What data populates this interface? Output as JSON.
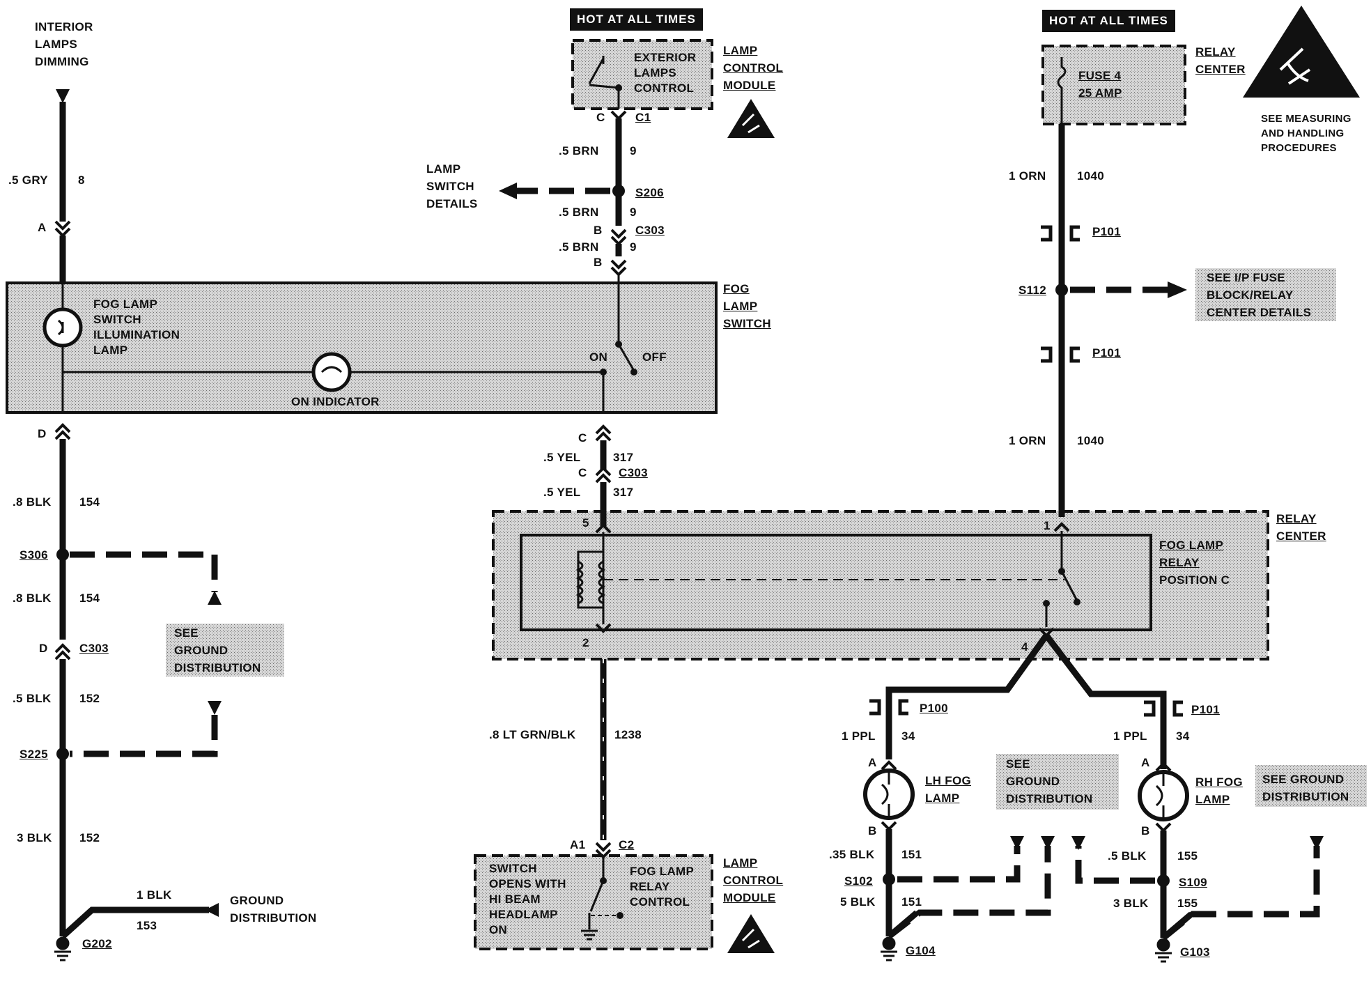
{
  "hot_left": "HOT AT ALL TIMES",
  "hot_right": "HOT AT ALL TIMES",
  "interior_lamps_dimming": "INTERIOR\nLAMPS\nDIMMING",
  "exterior_lamps_control": "EXTERIOR\nLAMPS\nCONTROL",
  "lamp_control_module_top": "LAMP\nCONTROL\nMODULE",
  "c_pin": "C",
  "c1": "C1",
  "brn_wire_1": ".5 BRN",
  "brn_num_1": "9",
  "lamp_switch_details": "LAMP\nSWITCH\nDETAILS",
  "s206": "S206",
  "brn_wire_2": ".5 BRN",
  "brn_num_2": "9",
  "b_pin_1": "B",
  "c303_b": "C303",
  "brn_wire_3": ".5 BRN",
  "brn_num_3": "9",
  "b_pin_2": "B",
  "gry_wire": ".5 GRY",
  "gry_num": "8",
  "a_pin": "A",
  "fog_lamp_switch_illumination": "FOG LAMP\nSWITCH\nILLUMINATION\nLAMP",
  "on_indicator": "ON INDICATOR",
  "on_label": "ON",
  "off_label": "OFF",
  "fog_lamp_switch": "FOG\nLAMP\nSWITCH",
  "d_pin_1": "D",
  "c_pin_2": "C",
  "yel_wire_1": ".5 YEL",
  "yel_num_1": "317",
  "c_pin_3": "C",
  "c303_c": "C303",
  "yel_wire_2": ".5 YEL",
  "yel_num_2": "317",
  "blk_154_wire_1": ".8 BLK",
  "blk_154_num_1": "154",
  "s306": "S306",
  "blk_154_wire_2": ".8 BLK",
  "blk_154_num_2": "154",
  "see_ground_distribution_left": "SEE\nGROUND\nDISTRIBUTION",
  "d_pin_2": "D",
  "c303_d": "C303",
  "blk_152_wire_1": ".5 BLK",
  "blk_152_num_1": "152",
  "s225": "S225",
  "blk_152_wire_2": "3 BLK",
  "blk_152_num_2": "152",
  "blk_153_wire": "1 BLK",
  "blk_153_num": "153",
  "ground_distribution": "GROUND\nDISTRIBUTION",
  "g202": "G202",
  "relay_center_top": "RELAY\nCENTER",
  "fuse4": "FUSE 4\n25 AMP",
  "see_measuring": "SEE MEASURING\nAND HANDLING\nPROCEDURES",
  "orn_wire_1": "1 ORN",
  "orn_num_1": "1040",
  "p101_a": "P101",
  "s112": "S112",
  "see_ip_fuse": "SEE I/P FUSE\nBLOCK/RELAY\nCENTER DETAILS",
  "p101_b": "P101",
  "orn_wire_2": "1 ORN",
  "orn_num_2": "1040",
  "relay_center_mid": "RELAY\nCENTER",
  "fog_lamp_relay": "FOG LAMP\nRELAY",
  "position_c": "POSITION C",
  "pin_5": "5",
  "pin_1": "1",
  "pin_2": "2",
  "pin_4": "4",
  "ltgrn_wire": ".8 LT GRN/BLK",
  "ltgrn_num": "1238",
  "a1_pin": "A1",
  "c2": "C2",
  "switch_opens": "SWITCH\nOPENS WITH\nHI BEAM\nHEADLAMP\nON",
  "fog_lamp_relay_control": "FOG LAMP\nRELAY\nCONTROL",
  "lamp_control_module_bottom": "LAMP\nCONTROL\nMODULE",
  "p100": "P100",
  "p101_c": "P101",
  "ppl_wire_l": "1 PPL",
  "ppl_num_l": "34",
  "ppl_wire_r": "1 PPL",
  "ppl_num_r": "34",
  "a_pin_l": "A",
  "a_pin_r": "A",
  "lh_fog_lamp": "LH FOG\nLAMP",
  "rh_fog_lamp": "RH FOG\nLAMP",
  "see_ground_distribution_mid": "SEE\nGROUND\nDISTRIBUTION",
  "see_ground_distribution_right": "SEE GROUND\nDISTRIBUTION",
  "b_pin_l": "B",
  "b_pin_r": "B",
  "blk_151_wire_1": ".35 BLK",
  "blk_151_num_1": "151",
  "s102": "S102",
  "blk_151_wire_2": "5 BLK",
  "blk_151_num_2": "151",
  "g104": "G104",
  "blk_155_wire_1": ".5 BLK",
  "blk_155_num_1": "155",
  "s109": "S109",
  "blk_155_wire_2": "3 BLK",
  "blk_155_num_2": "155",
  "g103": "G103"
}
